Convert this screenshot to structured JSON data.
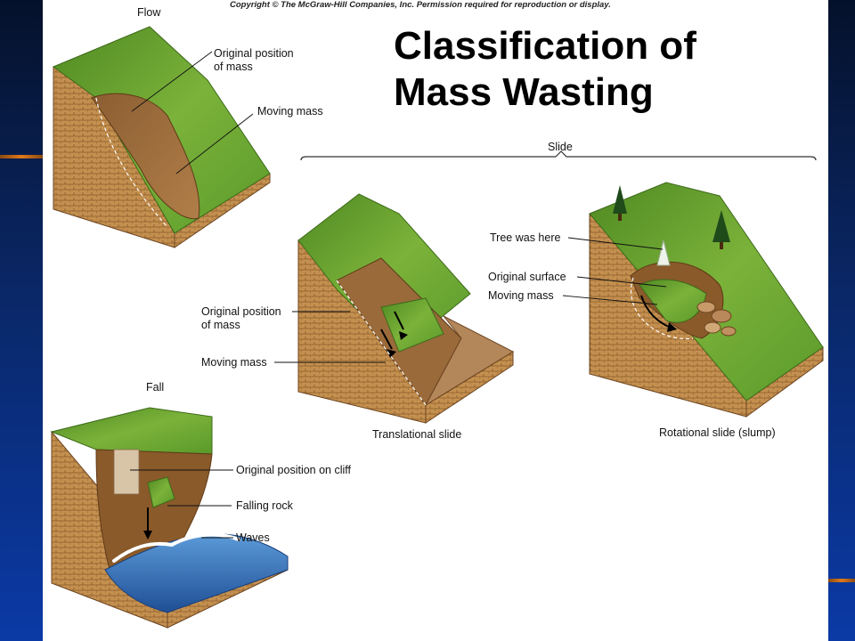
{
  "copyright": "Copyright © The McGraw-Hill Companies, Inc. Permission required for reproduction or display.",
  "title_line1": "Classification of",
  "title_line2": "Mass Wasting",
  "flow": {
    "heading": "Flow",
    "original_position_line1": "Original position",
    "original_position_line2": "of mass",
    "moving_mass": "Moving mass"
  },
  "slide": {
    "heading": "Slide",
    "translational": {
      "original_position_line1": "Original position",
      "original_position_line2": "of mass",
      "moving_mass": "Moving mass",
      "caption": "Translational slide"
    },
    "rotational": {
      "tree_was_here": "Tree was here",
      "original_surface": "Original surface",
      "moving_mass": "Moving mass",
      "caption": "Rotational slide (slump)"
    }
  },
  "fall": {
    "heading": "Fall",
    "original_position_on_cliff": "Original position on cliff",
    "falling_rock": "Falling rock",
    "waves": "Waves"
  },
  "colors": {
    "grass": "#5e9a2c",
    "soil": "#c08a4c",
    "soil_dark": "#8a5a2a",
    "water": "#2f6fb5"
  }
}
